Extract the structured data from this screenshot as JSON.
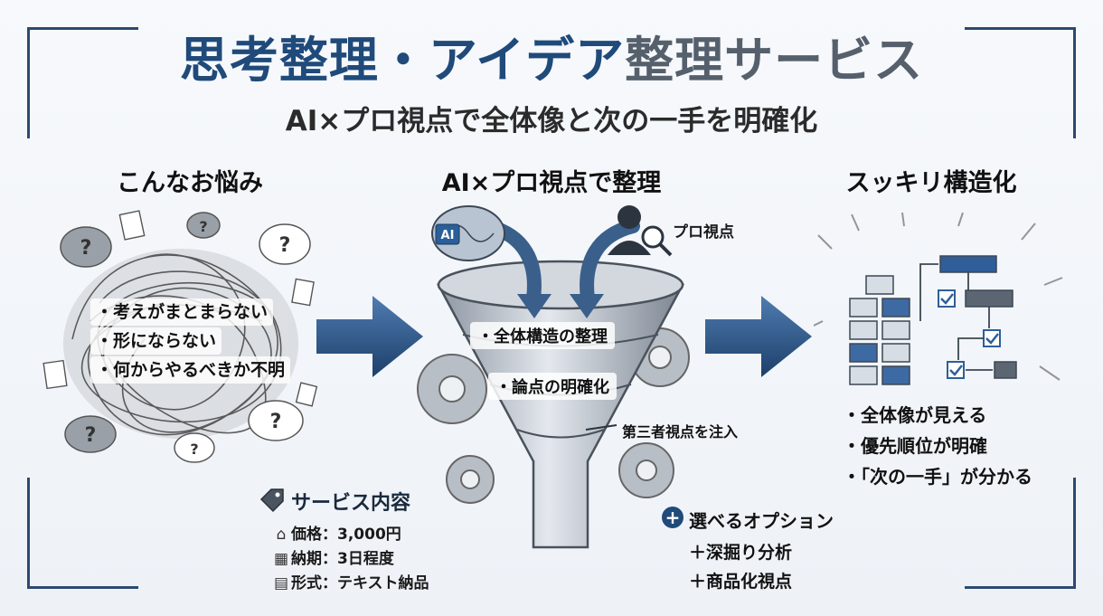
{
  "title": {
    "part1": "思考整理・アイデア",
    "part2": "整理サービス"
  },
  "subtitle": "AI×プロ視点で全体像と次の一手を明確化",
  "sections": {
    "left": {
      "heading": "こんなお悩み",
      "items": [
        "・考えがまとまらない",
        "・形にならない",
        "・何からやるべきか不明"
      ]
    },
    "middle": {
      "heading": "AI×プロ視点で整理",
      "ai_badge": "AI",
      "pro_label": "プロ視点",
      "funnel_items": [
        "・全体構造の整理",
        "・論点の明確化",
        "第三者視点を注入"
      ]
    },
    "right": {
      "heading": "スッキリ構造化",
      "items": [
        "・全体像が見える",
        "・優先順位が明確",
        "・「次の一手」が分かる"
      ]
    }
  },
  "service": {
    "title": "サービス内容",
    "rows": [
      {
        "icon": "price-tag-icon",
        "text": "価格：3,000円"
      },
      {
        "icon": "calendar-icon",
        "text": "納期：3日程度"
      },
      {
        "icon": "document-icon",
        "text": "形式：テキスト納品"
      }
    ]
  },
  "options": {
    "title": "選べるオプション",
    "items": [
      "＋深掘り分析",
      "＋商品化視点"
    ]
  },
  "colors": {
    "primary": "#1f4a7a",
    "gray": "#55606c",
    "frame": "#2c4a6e"
  }
}
